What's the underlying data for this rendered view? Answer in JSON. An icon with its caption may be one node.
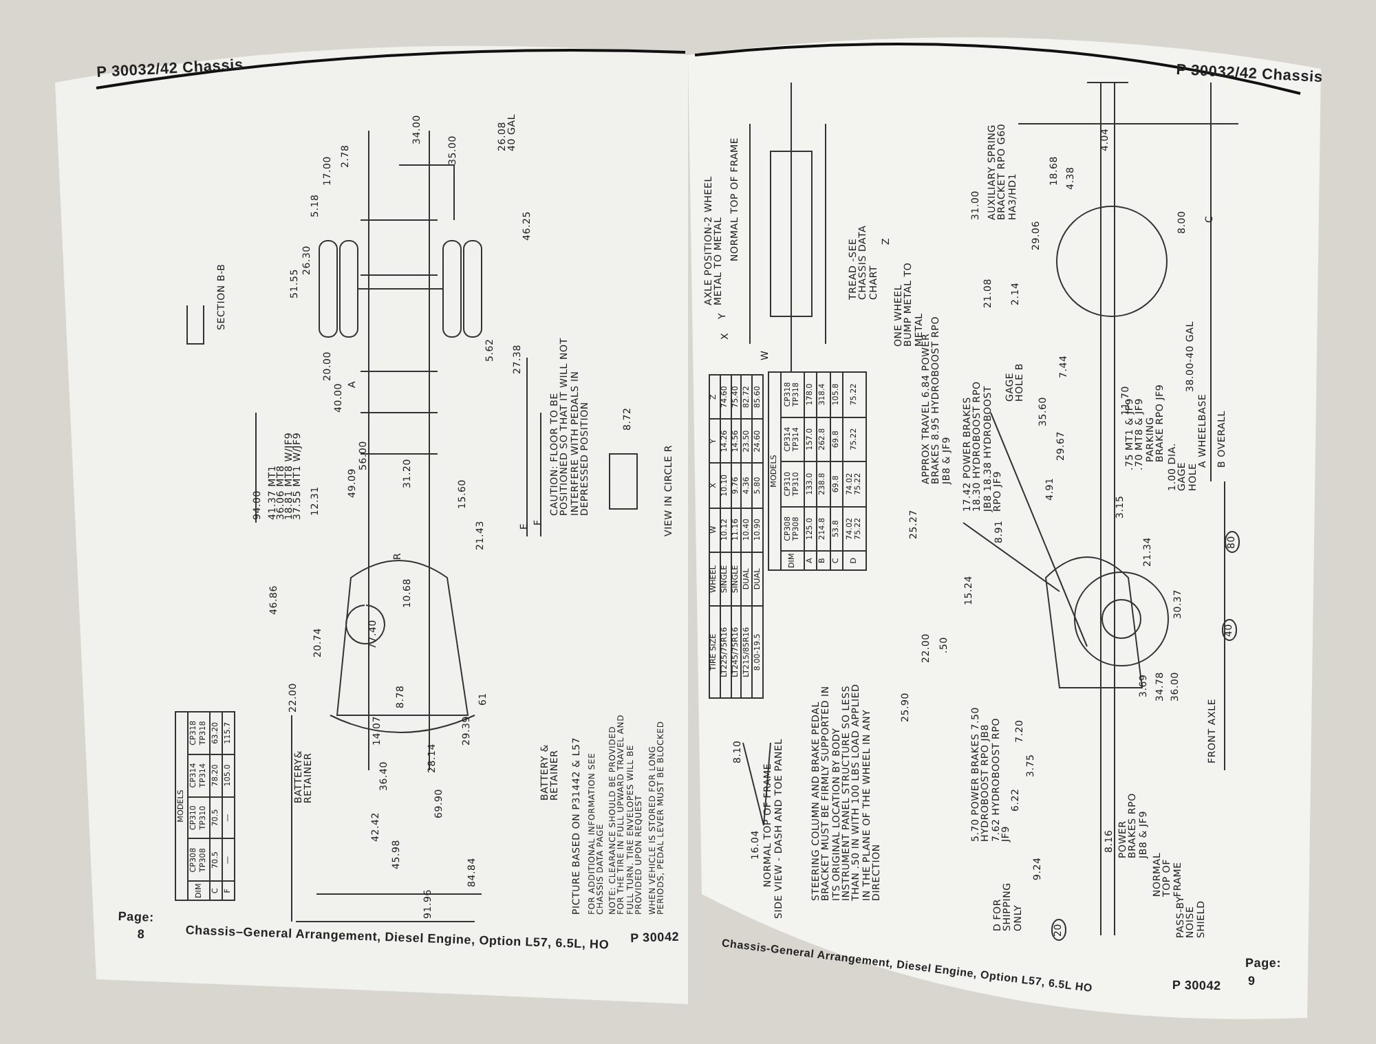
{
  "diagram": {
    "labels": [
      "P 30032/42 Chassis",
      "SECTION B-B",
      "34.00",
      "2.78",
      "17.00",
      "5.18",
      "35.00",
      "26.08",
      "40 GAL",
      "46.25",
      "51.55",
      "26.30",
      "20.00",
      "A",
      "40.00",
      "5.62",
      "27.38",
      "CAUTION: FLOOR TO BE POSITIONED SO THAT IT WILL NOT INTERFERE WITH PEDALS IN DEPRESSED POSITION",
      "8.72",
      "VIEW IN CIRCLE R",
      "94.00",
      "41.37 MT1",
      "36.06 MT8",
      "18.81 MT8 W/JF9",
      "37.55 MT1 W/JF9",
      "12.31",
      "49.09",
      "56.00",
      "31.20",
      "15.60",
      "21.43",
      "E",
      "F",
      "46.86",
      "20.74",
      "77.40",
      "10.68",
      "R",
      "22.00",
      "8.78",
      "61",
      "14.07",
      "29.39",
      "28.14",
      "36.40",
      "69.90",
      "42.42",
      "45.98",
      "84.84",
      "91.96",
      "BATTERY& RETAINER",
      "BATTERY & RETAINER",
      "PICTURE BASED ON P31442 & L57",
      "FOR ADDITIONAL INFORMATION SEE CHASSIS DATA PAGE",
      "NOTE: CLEARANCE SHOULD BE PROVIDED FOR THE TIRE IN FULL UPWARD TRAVEL AND FULL TURN. TIRE ENVELOPES WILL BE PROVIDED UPON REQUEST",
      "WHEN VEHICLE IS STORED FOR LONG PERIODS, PEDAL LEVER MUST BE BLOCKED",
      "MODELS",
      "DIM",
      "CP308 TP308",
      "CP310 TP310",
      "CP314 TP314",
      "CP318 TP318",
      "C",
      "70.5",
      "70.5",
      "78.20",
      "63.20",
      "F",
      "—",
      "—",
      "105.0",
      "115.7",
      "Page:",
      "8",
      "Chassis–General Arrangement, Diesel Engine, Option L57, 6.5L, HO",
      "P 30042",
      "P 30032/42 Chassis",
      "AXLE POSITION-2 WHEEL METAL TO METAL",
      "NORMAL TOP OF FRAME",
      "TREAD -SEE CHASSIS DATA CHART",
      "Z",
      "ONE WHEEL BUMP METAL TO METAL",
      "X",
      "Y",
      "W",
      "TIRE SIZE",
      "WHEEL",
      "W",
      "X",
      "Y",
      "Z",
      "LT225/75R16",
      "SINGLE",
      "10.12",
      "10.10",
      "14.26",
      "74.60",
      "LT245/75R16",
      "SINGLE",
      "11.16",
      "9.76",
      "14.56",
      "75.40",
      "LT215/85R16",
      "DUAL",
      "10.40",
      "4.36",
      "23.50",
      "82.72",
      "8.00-19.5",
      "DUAL",
      "10.90",
      "5.80",
      "24.60",
      "85.60",
      "MODELS",
      "DIM",
      "CP308 TP308",
      "CP310 TP310",
      "CP314 TP314",
      "CP318 TP318",
      "A",
      "125.0",
      "133.0",
      "157.0",
      "178.0",
      "B",
      "214.8",
      "238.8",
      "262.8",
      "318.4",
      "C",
      "53.8",
      "69.8",
      "69.8",
      "105.8",
      "D",
      "74.02 75.22",
      "74.02 75.22",
      "75.22",
      "75.22",
      "31.00",
      "AUXILIARY SPRING BRACKET RPO G60 HA3/HD1",
      "18.68",
      "4.38",
      "4.04",
      "29.06",
      "21.08",
      "2.14",
      "8.00",
      "C",
      "38.00-40 GAL",
      "A WHEELBASE",
      "B OVERALL",
      "APPROX TRAVEL 6.84 POWER BRAKES 8.95 HYDROBOOST RPO JB8 & JF9",
      "17.42 POWER BRAKES 18.30 HYDROBOOST RPO JB8 18.38 HYDROBOOST RPO JF9",
      "GAGE HOLE B",
      "7.44",
      "35.60",
      "11.70",
      "29.67",
      ".75 MT1 & JF9 .70 MT8 & JF9",
      "PARKING BRAKE RPO JF9",
      "1.00 DIA. GAGE HOLE",
      "4.91",
      "3.15",
      "25.27",
      "8.91",
      "21.34",
      "15.24",
      "22.00",
      ".50",
      "25.90",
      "30.37",
      "3.69",
      "34.78",
      "36.00",
      "FRONT AXLE",
      "80",
      "40",
      "20",
      "STEERING COLUMN AND BRAKE PEDAL BRACKET MUST BE FIRMLY SUPPORTED IN ITS ORIGINAL LOCATION BY BODY INSTRUMENT PANEL STRUCTURE SO LESS THAN .50 IN WITH 100 LBS LOAD APPLIED IN THE PLANE OF THE WHEEL IN ANY DIRECTION",
      "5.70 POWER BRAKES 7.50 HYDROBOOST RPO JB8 7.62 HYDROBOOST RPO JF9",
      "7.20",
      "3.75",
      "6.22",
      "8.16",
      "9.24",
      "D FOR SHIPPING ONLY",
      "POWER BRAKES RPO JB8 & JF9",
      "NORMAL TOP OF FRAME",
      "PASS-BY NOISE SHIELD",
      "16.04",
      "NORMAL TOP OF FRAME",
      "SIDE VIEW - DASH AND TOE PANEL",
      "8.10",
      "Chassis-General Arrangement, Diesel Engine, Option L57, 6.5L HO",
      "P 30042",
      "Page:",
      "9"
    ]
  }
}
